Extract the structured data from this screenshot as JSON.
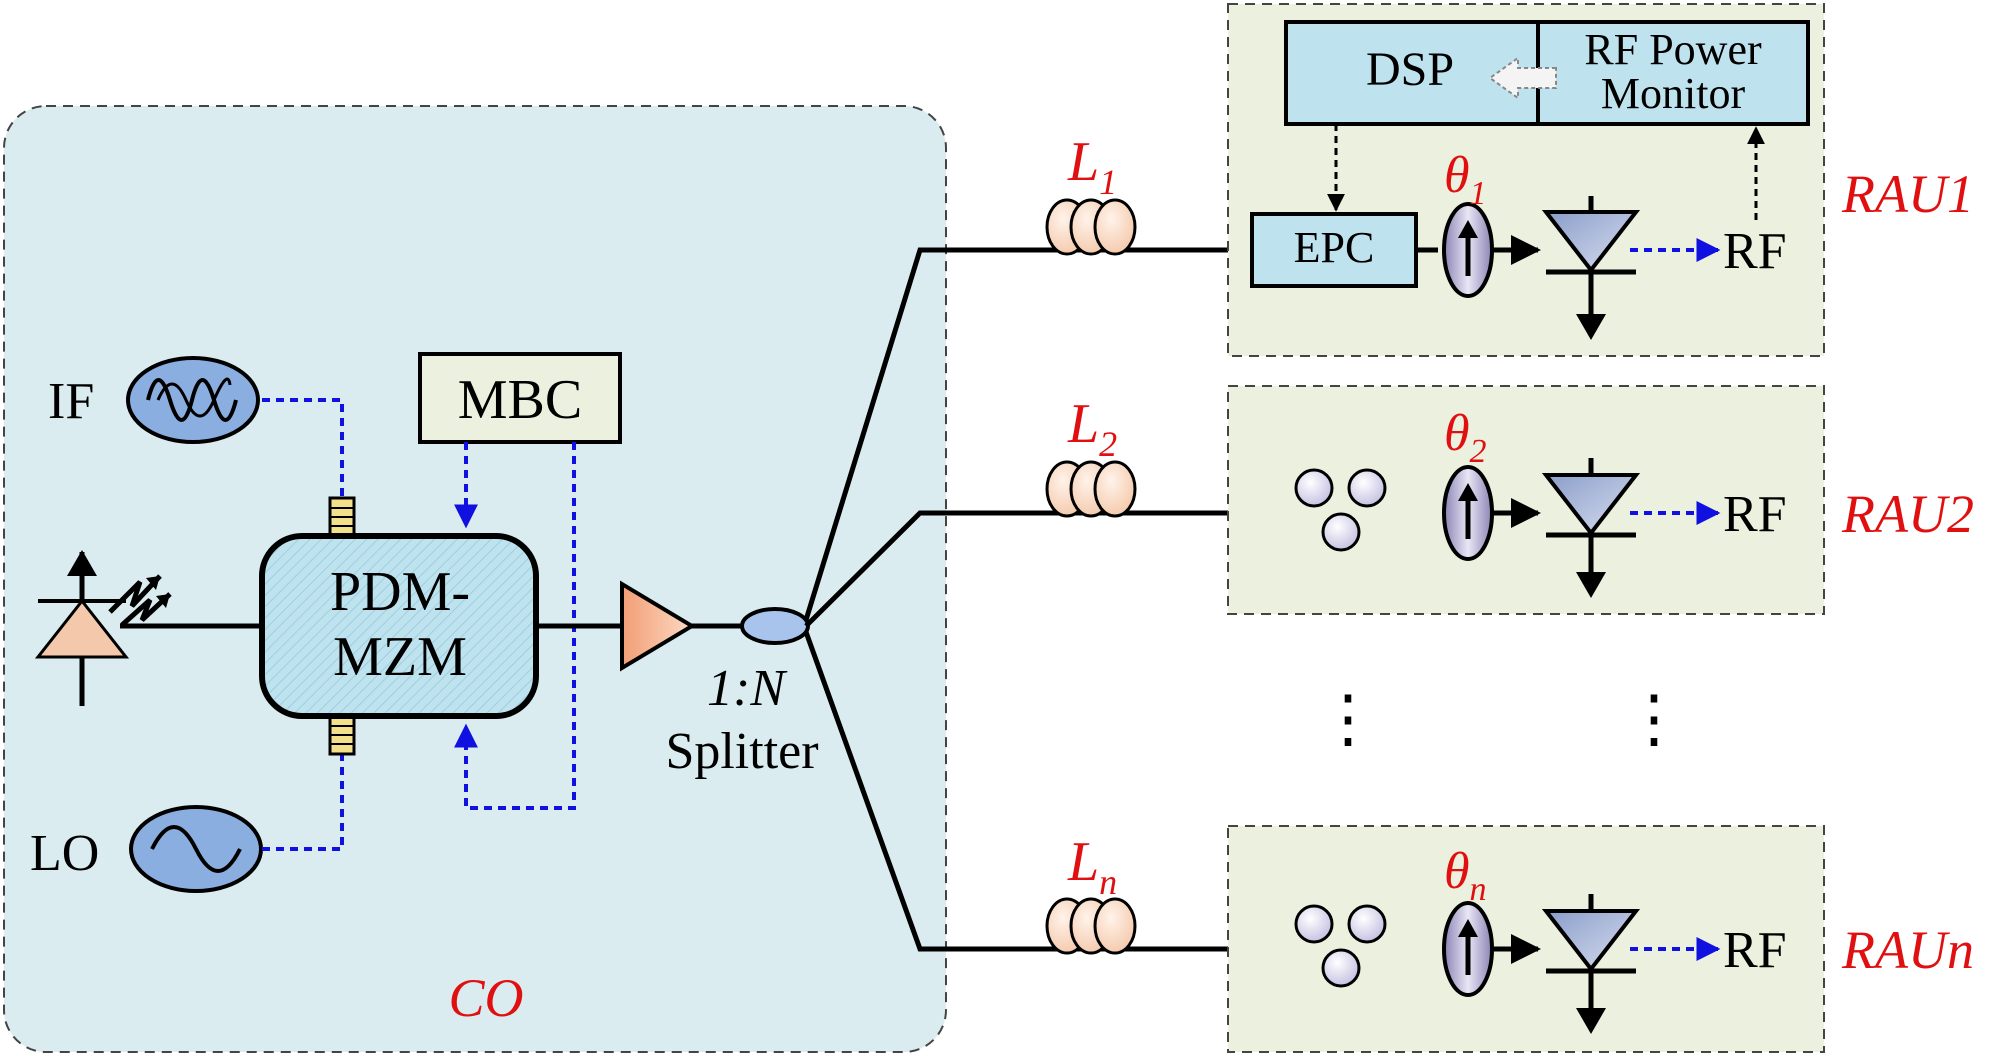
{
  "co": {
    "label": "CO",
    "if_label": "IF",
    "lo_label": "LO",
    "mbc_label": "MBC",
    "modulator_line1": "PDM-",
    "modulator_line2": "MZM",
    "splitter_ratio": "1:N",
    "splitter_label": "Splitter"
  },
  "fibers": [
    {
      "name": "L",
      "sub": "1"
    },
    {
      "name": "L",
      "sub": "2"
    },
    {
      "name": "L",
      "sub": "n"
    }
  ],
  "raus": [
    {
      "label": "RAU1",
      "theta_sub": "1",
      "rf_label": "RF"
    },
    {
      "label": "RAU2",
      "theta_sub": "2",
      "rf_label": "RF"
    },
    {
      "label": "RAUn",
      "theta_sub": "n",
      "rf_label": "RF"
    }
  ],
  "rau1_extra": {
    "dsp_label": "DSP",
    "rfpm_line1": "RF Power",
    "rfpm_line2": "Monitor",
    "epc_label": "EPC"
  },
  "ellipsis": "⋮",
  "theta_symbol": "θ",
  "colors": {
    "co_fill": "#daecf0",
    "rau_fill": "#ebf1de",
    "block_blue": "#bfe3ee",
    "mbc_fill": "#ebf1de",
    "accent_red": "#e01010",
    "signal_blue": "#1010e0"
  }
}
